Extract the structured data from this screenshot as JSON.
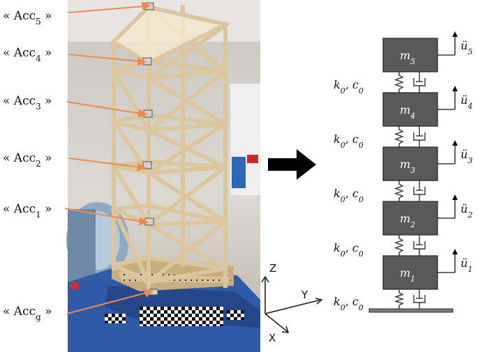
{
  "accelerometers": [
    {
      "id": "acc5",
      "prefix": "« Acc",
      "sub": "5",
      "suffix": " »"
    },
    {
      "id": "acc4",
      "prefix": "« Acc",
      "sub": "4",
      "suffix": " »"
    },
    {
      "id": "acc3",
      "prefix": "« Acc",
      "sub": "3",
      "suffix": " »"
    },
    {
      "id": "acc2",
      "prefix": "« Acc",
      "sub": "2",
      "suffix": " »"
    },
    {
      "id": "acc1",
      "prefix": "« Acc",
      "sub": "1",
      "suffix": " »"
    },
    {
      "id": "accg",
      "prefix": "« Acc",
      "sub": "g",
      "suffix": " »"
    }
  ],
  "axes": {
    "z": "Z",
    "y": "Y",
    "x": "X"
  },
  "model": {
    "masses": [
      {
        "base": "m",
        "sub": "5",
        "accel_base": "ü",
        "accel_sub": "5"
      },
      {
        "base": "m",
        "sub": "4",
        "accel_base": "ü",
        "accel_sub": "4"
      },
      {
        "base": "m",
        "sub": "3",
        "accel_base": "ü",
        "accel_sub": "3"
      },
      {
        "base": "m",
        "sub": "2",
        "accel_base": "ü",
        "accel_sub": "2"
      },
      {
        "base": "m",
        "sub": "1",
        "accel_base": "ü",
        "accel_sub": "1"
      }
    ],
    "connection": {
      "k": "k",
      "k_sub": "0",
      "sep": ", ",
      "c": "c",
      "c_sub": "0"
    }
  },
  "colors": {
    "arrow_orange": "#ef8a4a",
    "mass_fill": "#595959",
    "mass_text": "#ffffff",
    "big_arrow": "#000000",
    "table_blue": "#2f5aa8",
    "wood": "#d8c29a"
  }
}
